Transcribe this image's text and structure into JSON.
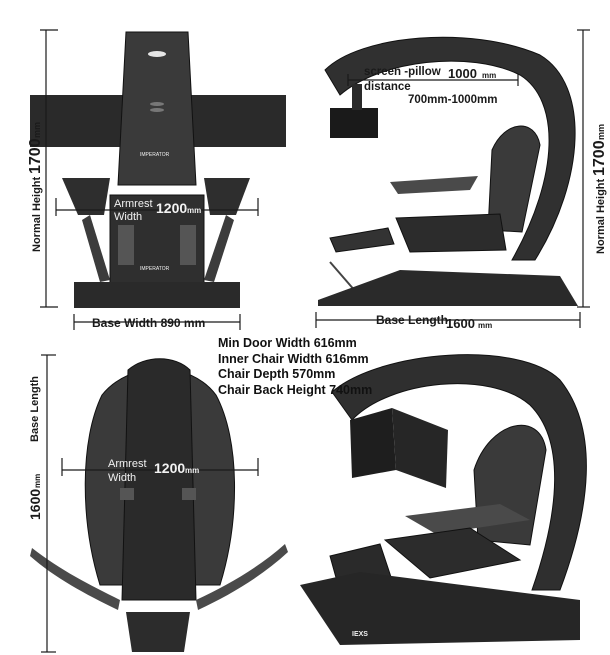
{
  "front_view": {
    "height_label": "Normal Height",
    "height_value": "1700",
    "height_unit": "mm",
    "armrest_label_1": "Armrest",
    "armrest_label_2": "Width",
    "armrest_value": "1200",
    "armrest_unit": "mm",
    "base_label": "Base Width 890 mm",
    "logo_text": "IMPERATOR"
  },
  "side_view": {
    "screen_label_1": "screen -pillow",
    "screen_label_2": "distance",
    "screen_value": "1000",
    "screen_unit": "mm",
    "screen_range": "700mm-1000mm",
    "height_label": "Normal Height",
    "height_value": "1700",
    "height_unit": "mm",
    "base_label": "Base Length",
    "base_value": "1600",
    "base_unit": "mm"
  },
  "specs": [
    "Min Door Width 616mm",
    "Inner Chair Width 616mm",
    "Chair Depth 570mm",
    "Chair Back  Height 740mm"
  ],
  "top_view": {
    "length_label": "Base Length",
    "length_value": "1600",
    "length_unit": "mm",
    "armrest_label_1": "Armrest",
    "armrest_label_2": "Width",
    "armrest_value": "1200",
    "armrest_unit": "mm"
  },
  "perspective_view": {
    "base_logo": "IEXS"
  }
}
